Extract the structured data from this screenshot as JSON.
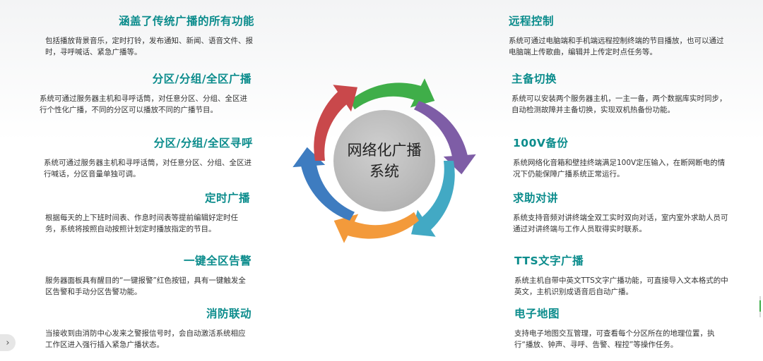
{
  "center": {
    "line1": "网络化广播",
    "line2": "系统"
  },
  "colors": [
    "#3fae49",
    "#7e5da6",
    "#42a9c4",
    "#f39a3b",
    "#3e7cc0",
    "#c9484b"
  ],
  "left_features": [
    {
      "title": "涵盖了传统广播的所有功能",
      "desc": "包括播放背景音乐，定时打铃，发布通知、新闻、语音文件、报时，寻呼喊话、紧急广播等。"
    },
    {
      "title": "分区/分组/全区广播",
      "desc": "系统可通过服务器主机和寻呼话筒，对任意分区、分组、全区进行个性化广播，不同的分区可以播放不同的广播节目。"
    },
    {
      "title": "分区/分组/全区寻呼",
      "desc": "系统可通过服务器主机和寻呼话筒，对任意分区、分组、全区进行喊话，分区音量单独可调。"
    },
    {
      "title": "定时广播",
      "desc": "根据每天的上下班时间表、作息时间表等提前编辑好定时任务，系统将按照自动按照计划定时播放指定的节目。"
    },
    {
      "title": "一键全区告警",
      "desc": "服务器面板具有醒目的“一键报警”红色按钮，具有一键触发全区告警和手动分区告警功能。"
    },
    {
      "title": "消防联动",
      "desc": "当接收到由消防中心发来之警报信号时，会自动激活系统相应工作区进入强行插入紧急广播状态。"
    }
  ],
  "right_features": [
    {
      "title": "远程控制",
      "desc": "系统可通过电脑端和手机端远程控制终端的节目播放，也可以通过电脑端上传歌曲，编辑并上传定时点任务等。"
    },
    {
      "title": "主备切换",
      "desc": "系统可以安装两个服务器主机，一主一备，两个数据库实时同步，自动检测故障并主备切换，实现双机热备份功能。"
    },
    {
      "title": "100V备份",
      "desc": "系统网络化音箱和壁挂终端满足100V定压输入，在断网断电的情况下仍能保障广播系统正常运行。"
    },
    {
      "title": "求助对讲",
      "desc": "系统支持音频对讲终端全双工实时双向对话，室内室外求助人员可通过对讲终端与工作人员取得实时联系。"
    },
    {
      "title": "TTS文字广播",
      "desc": "系统主机自带中英文TTS文字广播功能，可直接导入文本格式的中英文，主机识别成语音后自动广播。"
    },
    {
      "title": "电子地图",
      "desc": "支持电子地图交互管理，可查看每个分区所在的地理位置，执行“播放、钟声、寻呼、告警、程控”等操作任务。"
    }
  ],
  "side_handle": {
    "icon": "chevron-right-icon",
    "glyph": "›"
  }
}
